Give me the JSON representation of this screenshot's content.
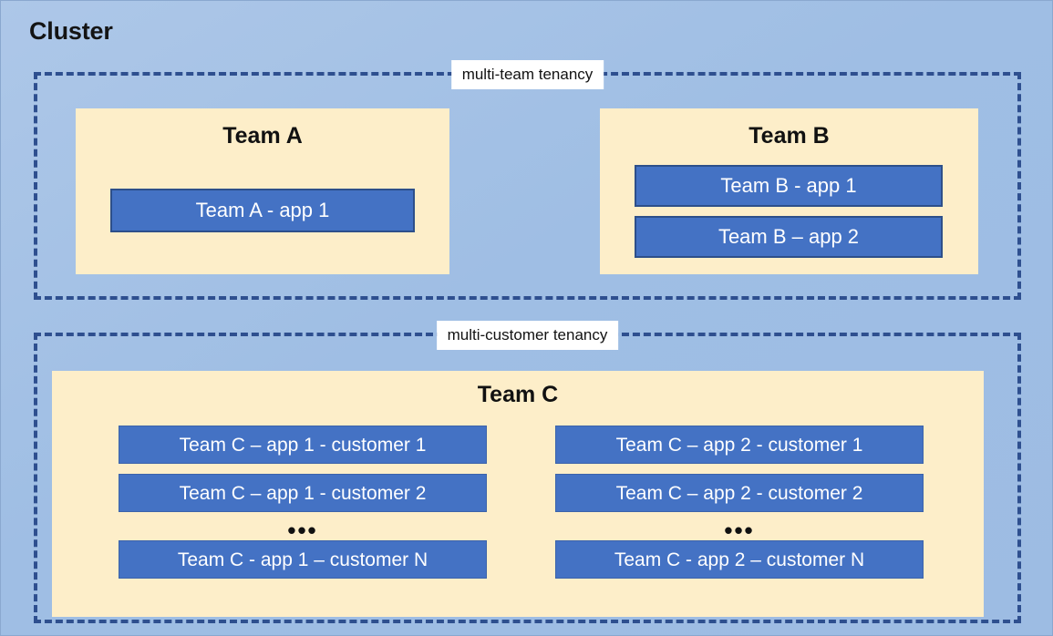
{
  "diagram": {
    "title": "Cluster",
    "colors": {
      "background": "#a6c1e6",
      "zone_border": "#2e4f8f",
      "team_panel": "#fdeec9",
      "app_box": "#4472c4",
      "app_box_border": "#2d4f8a",
      "app_text": "#ffffff",
      "label_chip": "#ffffff"
    },
    "zones": [
      {
        "id": "multi-team",
        "label": "multi-team tenancy",
        "teams": [
          {
            "id": "team-a",
            "title": "Team A",
            "apps": [
              {
                "label": "Team A - app 1"
              }
            ]
          },
          {
            "id": "team-b",
            "title": "Team B",
            "apps": [
              {
                "label": "Team B - app 1"
              },
              {
                "label": "Team B – app 2"
              }
            ]
          }
        ]
      },
      {
        "id": "multi-customer",
        "label": "multi-customer tenancy",
        "teams": [
          {
            "id": "team-c",
            "title": "Team C",
            "columns": [
              {
                "id": "app-1",
                "apps": [
                  {
                    "label": "Team C – app 1 - customer 1"
                  },
                  {
                    "label": "Team C – app 1 - customer 2"
                  }
                ],
                "ellipsis": "•••",
                "last_app": {
                  "label": "Team C - app 1 – customer N"
                }
              },
              {
                "id": "app-2",
                "apps": [
                  {
                    "label": "Team C – app 2 - customer 1"
                  },
                  {
                    "label": "Team C – app 2 - customer 2"
                  }
                ],
                "ellipsis": "•••",
                "last_app": {
                  "label": "Team C - app 2 – customer N"
                }
              }
            ]
          }
        ]
      }
    ]
  }
}
